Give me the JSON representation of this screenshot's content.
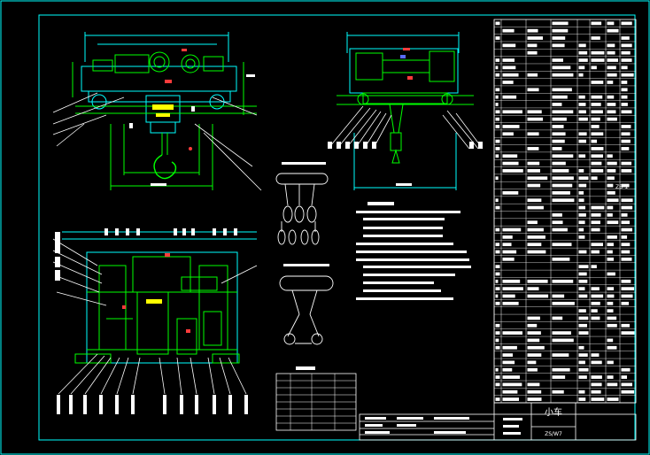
{
  "drawing": {
    "title_cn": "小车",
    "drawing_no": "ZS/W7",
    "side_tag": "ZB-1"
  },
  "colors": {
    "background": "#000000",
    "frame": "#00ffff",
    "geometry": "#00ff00",
    "text": "#ffffff",
    "accent": "#ff3b3b",
    "yellow": "#ffff00",
    "blue": "#5a6bff"
  }
}
